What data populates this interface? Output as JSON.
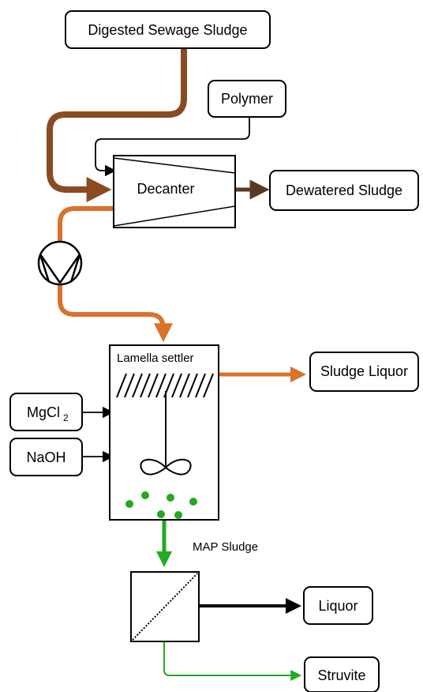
{
  "diagram": {
    "nodes": {
      "digested_sewage_sludge": "Digested Sewage Sludge",
      "polymer": "Polymer",
      "decanter": "Decanter",
      "dewatered_sludge": "Dewatered Sludge",
      "lamella_settler": "Lamella settler",
      "sludge_liquor": "Sludge Liquor",
      "mgcl2_main": "MgCl",
      "mgcl2_sub": "2",
      "naoh": "NaOH",
      "map_sludge": "MAP Sludge",
      "liquor": "Liquor",
      "struvite": "Struvite"
    },
    "colors": {
      "sludge_brown": "#8a4b20",
      "dewatered_brown": "#5a3a24",
      "liquor_orange": "#d9722a",
      "map_green": "#22aa22",
      "black": "#000000"
    }
  }
}
